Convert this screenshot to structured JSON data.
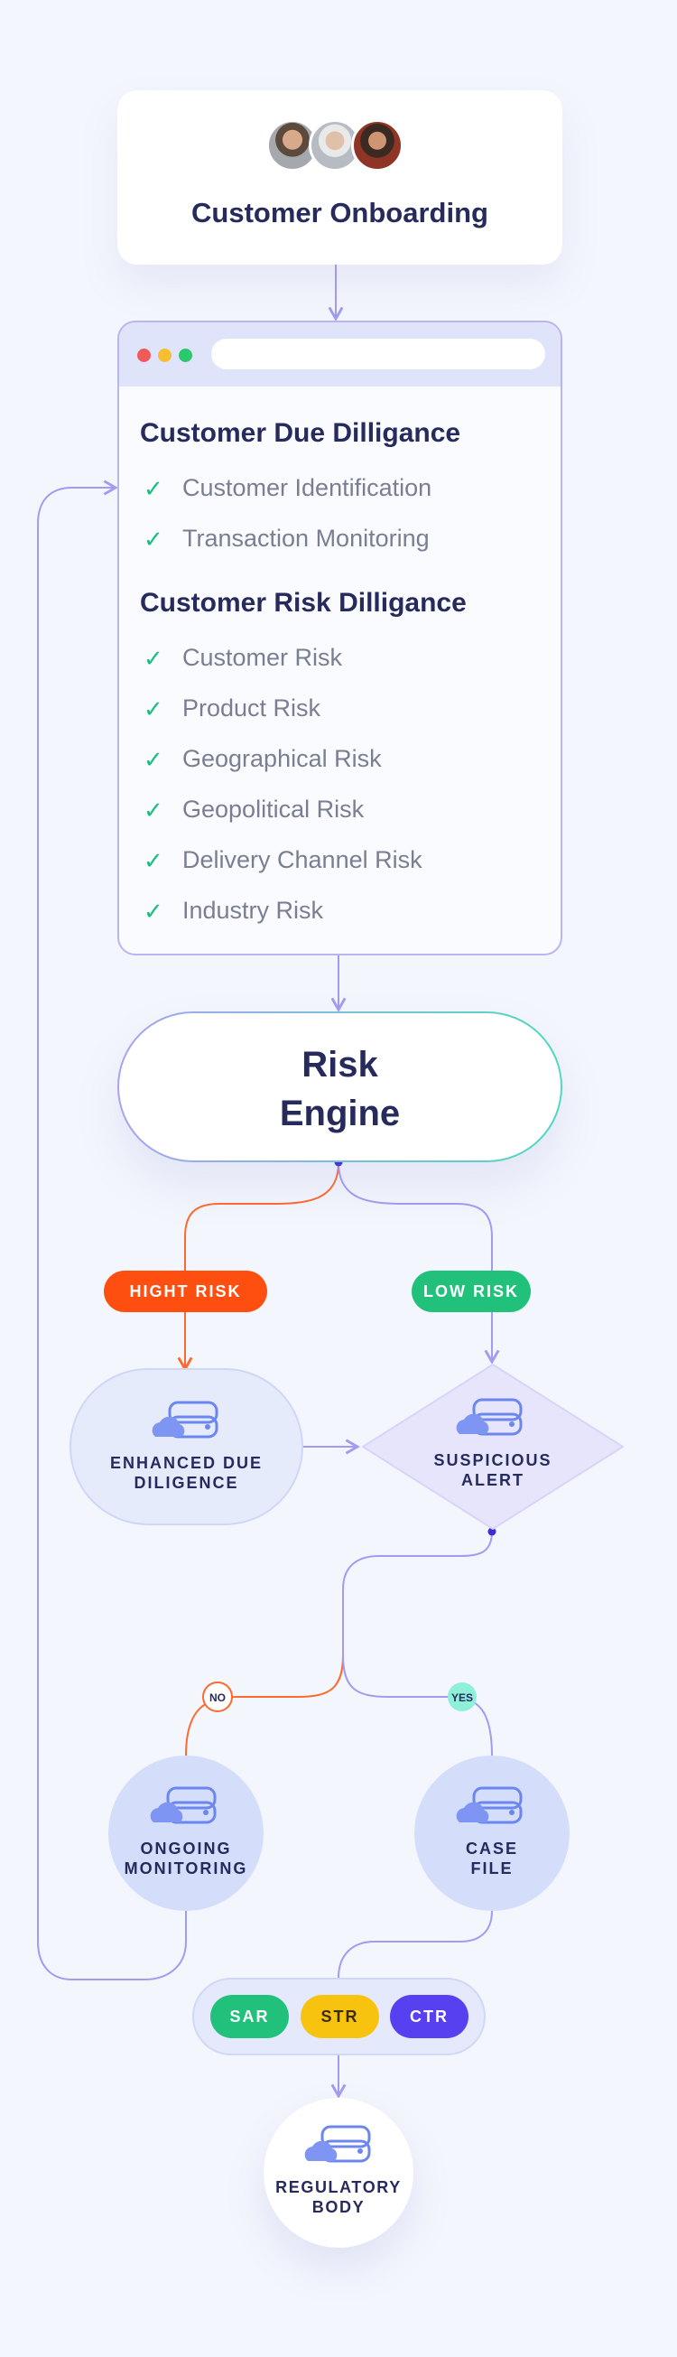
{
  "onboarding": {
    "title": "Customer Onboarding"
  },
  "due_diligence": {
    "title": "Customer Due Dilligance",
    "items": [
      "Customer Identification",
      "Transaction Monitoring"
    ]
  },
  "risk_diligence": {
    "title": "Customer Risk Dilligance",
    "items": [
      "Customer Risk",
      "Product Risk",
      "Geographical Risk",
      "Geopolitical Risk",
      "Delivery Channel Risk",
      "Industry Risk"
    ]
  },
  "engine": {
    "title_line1": "Risk",
    "title_line2": "Engine"
  },
  "badges": {
    "high": "HIGHT RISK",
    "low": "LOW RISK"
  },
  "nodes": {
    "enhanced": {
      "line1": "ENHANCED DUE",
      "line2": "DILIGENCE"
    },
    "suspicious": {
      "line1": "SUSPICIOUS",
      "line2": "ALERT"
    },
    "ongoing": {
      "line1": "ONGOING",
      "line2": "MONITORING"
    },
    "case_file": {
      "line1": "CASE",
      "line2": "FILE"
    },
    "regulatory": {
      "line1": "REGULATORY",
      "line2": "BODY"
    }
  },
  "decisions": {
    "no": "NO",
    "yes": "YES"
  },
  "reports": [
    "SAR",
    "STR",
    "CTR"
  ],
  "colors": {
    "high_risk": "#ff4f10",
    "low_risk": "#22c17b",
    "check": "#15c07a",
    "connector": "#a29cf0",
    "str": "#f8c30f",
    "ctr": "#5640ef"
  },
  "icons": {
    "node_icon": "cloud-server-icon",
    "check_icon": "check-icon"
  }
}
